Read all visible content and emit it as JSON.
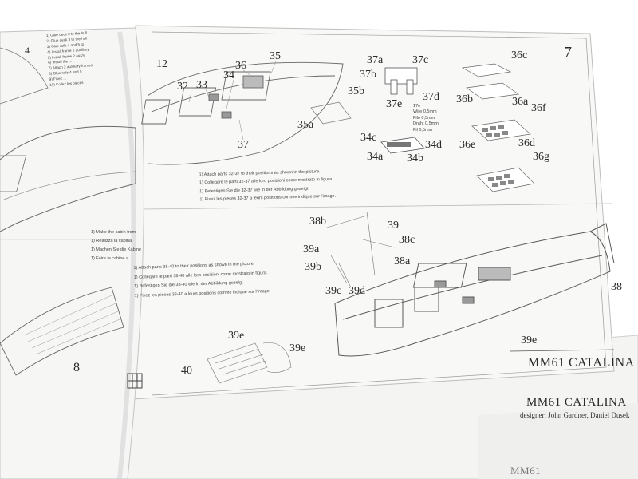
{
  "right_sheet": {
    "page_number": "7",
    "part_labels": [
      "35",
      "36",
      "34",
      "32",
      "33",
      "12",
      "37",
      "35a",
      "35b",
      "37a",
      "37b",
      "37c",
      "37d",
      "37e",
      "36a",
      "36b",
      "36c",
      "36d",
      "36e",
      "36f",
      "36g",
      "34a",
      "34b",
      "34c",
      "34d",
      "38",
      "38a",
      "38b",
      "38c",
      "39",
      "39a",
      "39b",
      "39c",
      "39d",
      "39e",
      "39e",
      "40",
      "39e"
    ],
    "wire_note": [
      "17e",
      "Wire 0,5mm",
      "Filo 0,5mm",
      "Draht 0,5mm",
      "Fil 0,5mm"
    ],
    "instructions_top": [
      "1) Attach parts 32-37 to their positions as shown in the picture.",
      "1) Collegare le parti 32-37 alle loro posizioni come mostrato in figura.",
      "1) Befestigen Sie die 32-37 wie in der Abbildung gezeigt",
      "1) Fixez les pieces 32-37 a leurs positions comme indique sur l'image."
    ],
    "instructions_bottom": [
      "1) Attach parts 38-40 to their positions as shown in the picture.",
      "1) Collegare le parti 38-40 alle loro posizioni come mostrato in figura.",
      "1) Befestigen Sie die 38-40 wie in der Abbildung gezeigt",
      "1) Fixez les pieces 38-40 a leurs positions comme indique sur l'image."
    ],
    "title": "MM61 CATALINA",
    "designer": "designer: John Gardner, Daniel Dusek"
  },
  "left_sheet": {
    "page_number": "4",
    "bottom_page_number": "8",
    "notes": [
      "1) Glue deck 2 to the hull",
      "2) Glue deck 3 to the hull",
      "3) Glue rails 4 and 5 to",
      "4) Install frame 2 auxiliary",
      "5) Install frame 2 aux/y",
      "6) Install the ...",
      "7) Attach 2 auxiliary frames",
      "8) Glue rails 4 and 5",
      "9) Fixez ...",
      "10) Collez les pieces"
    ],
    "mid_notes": [
      "1) Make the cabin from",
      "1) Realizza la cabina",
      "1) Machen Sie die Kabine",
      "1) Faire la cabine a"
    ]
  },
  "under_sheet": {
    "title": "MM61 CATALINA",
    "designer": "designer: John Gardner, Daniel Dusek",
    "partial_title": "MM61"
  },
  "colors": {
    "background": "#ffffff",
    "paper": "#f7f7f6",
    "paper_shadow": "#d9d9d8",
    "ink": "#2a2a2a",
    "line": "#8a8a8a"
  }
}
